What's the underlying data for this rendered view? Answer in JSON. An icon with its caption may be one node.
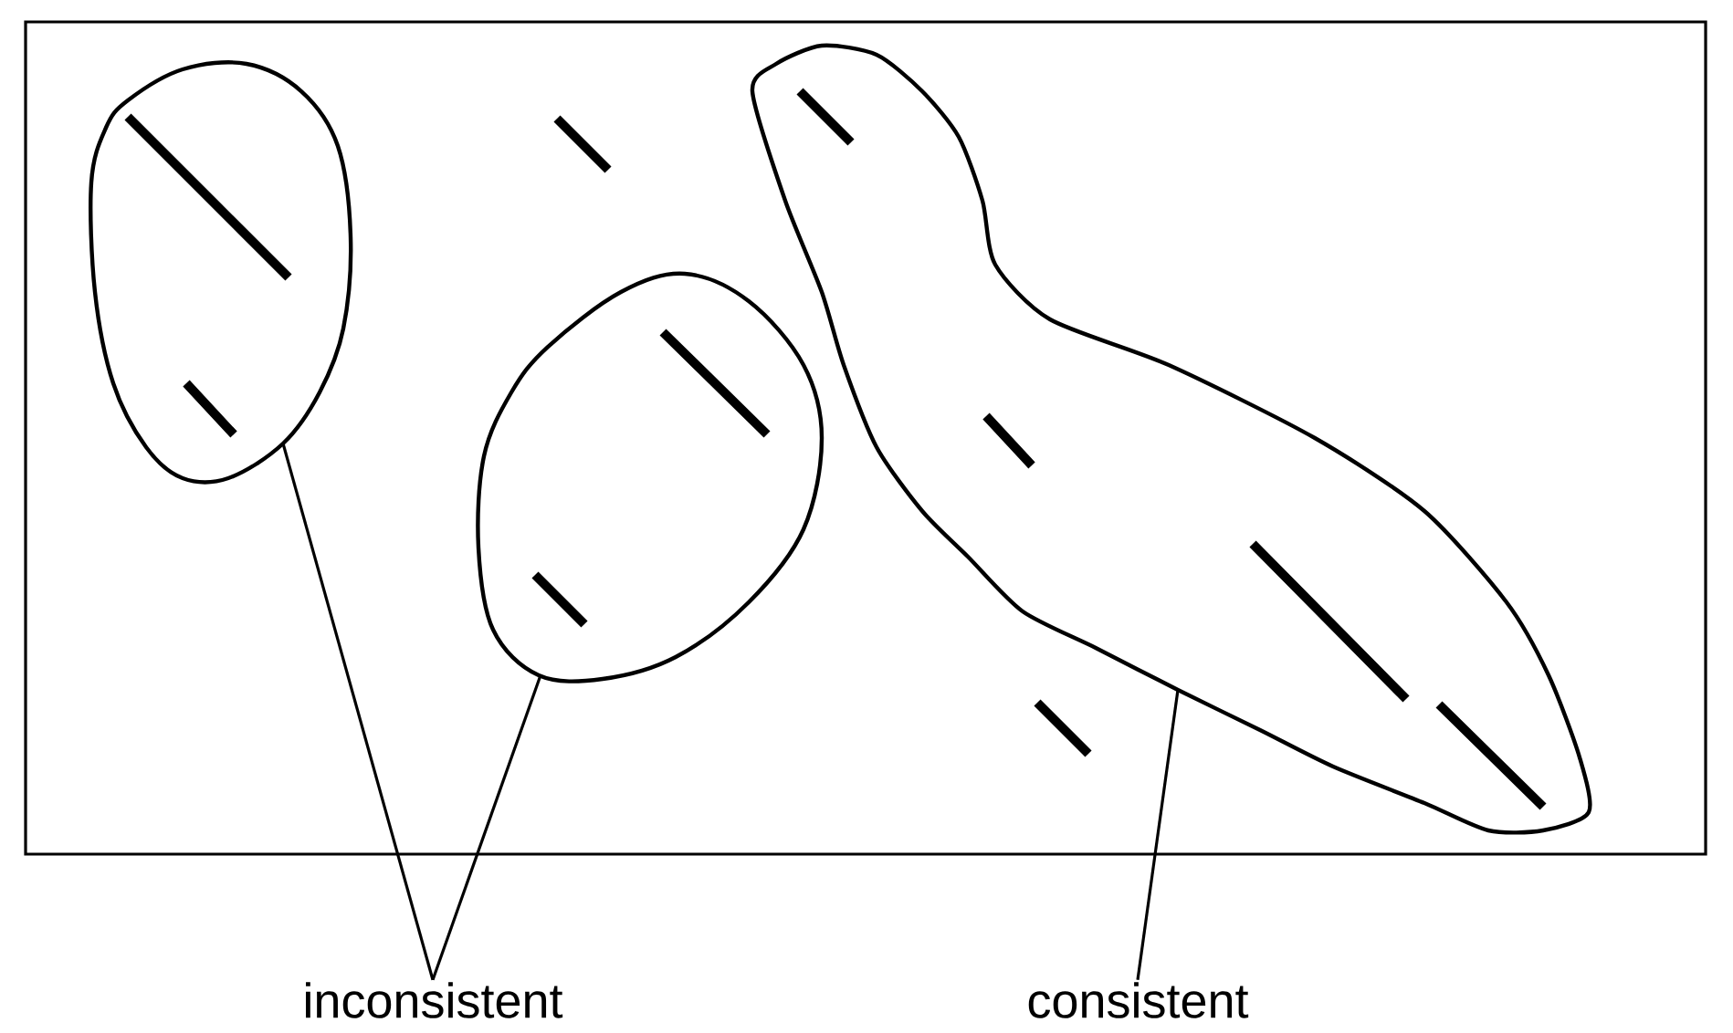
{
  "diagram": {
    "nodes": [
      {
        "text": [],
        "shape": "oval"
      },
      {
        "text": [],
        "shape": "oval"
      },
      {
        "text": [],
        "shape": "blob"
      },
      {
        "text": [
          "inconsistent"
        ]
      },
      {
        "text": [
          "consistent"
        ]
      }
    ],
    "edges": [
      {
        "from": 3,
        "to": 0,
        "arrow": "none"
      },
      {
        "from": 3,
        "to": 1,
        "arrow": "none"
      },
      {
        "from": 4,
        "to": 2,
        "arrow": "none"
      }
    ]
  }
}
